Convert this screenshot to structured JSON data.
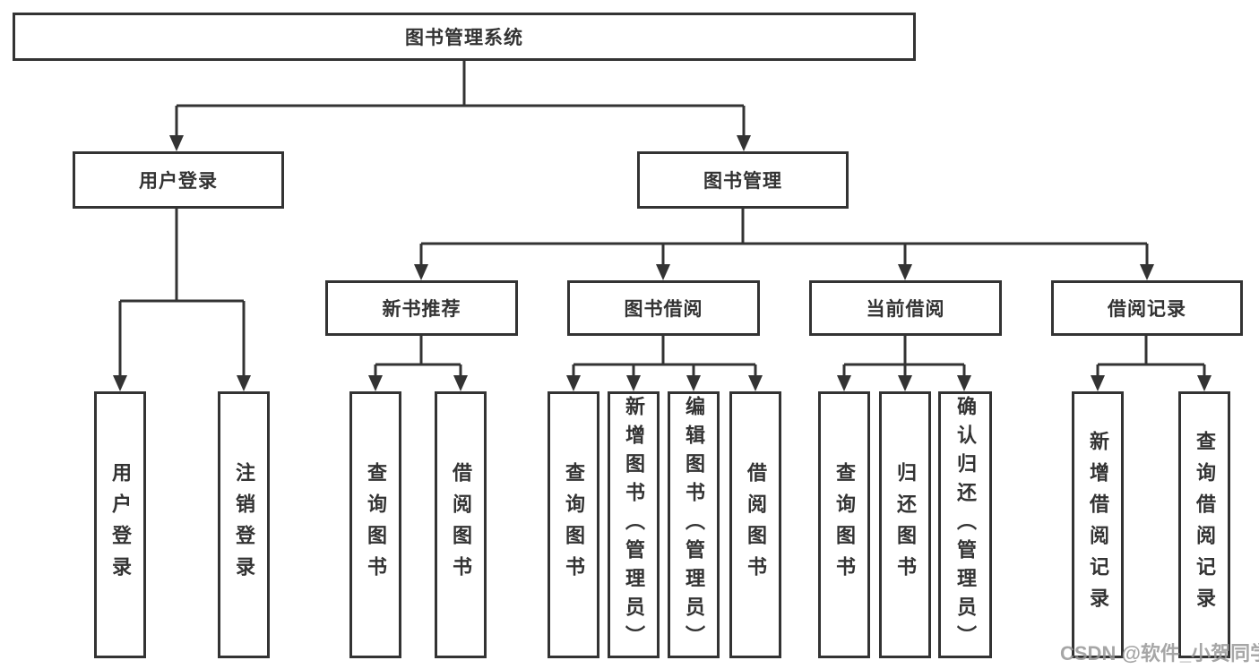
{
  "tree": {
    "label": "图书管理系统",
    "children": [
      {
        "label": "用户登录",
        "children": [
          {
            "label": "用户登录"
          },
          {
            "label": "注销登录"
          }
        ]
      },
      {
        "label": "图书管理",
        "children": [
          {
            "label": "新书推荐",
            "children": [
              {
                "label": "查询图书"
              },
              {
                "label": "借阅图书"
              }
            ]
          },
          {
            "label": "图书借阅",
            "children": [
              {
                "label": "查询图书"
              },
              {
                "label": "新增图书（管理员）"
              },
              {
                "label": "编辑图书（管理员）"
              },
              {
                "label": "借阅图书"
              }
            ]
          },
          {
            "label": "当前借阅",
            "children": [
              {
                "label": "查询图书"
              },
              {
                "label": "归还图书"
              },
              {
                "label": "确认归还（管理员）"
              }
            ]
          },
          {
            "label": "借阅记录",
            "children": [
              {
                "label": "新增借阅记录"
              },
              {
                "label": "查询借阅记录"
              }
            ]
          }
        ]
      }
    ]
  },
  "colors": {
    "line": "#333333",
    "text": "#333333",
    "watermark": "#969696",
    "background": "#ffffff"
  },
  "watermark": "CSDN @软件_小贺同学"
}
